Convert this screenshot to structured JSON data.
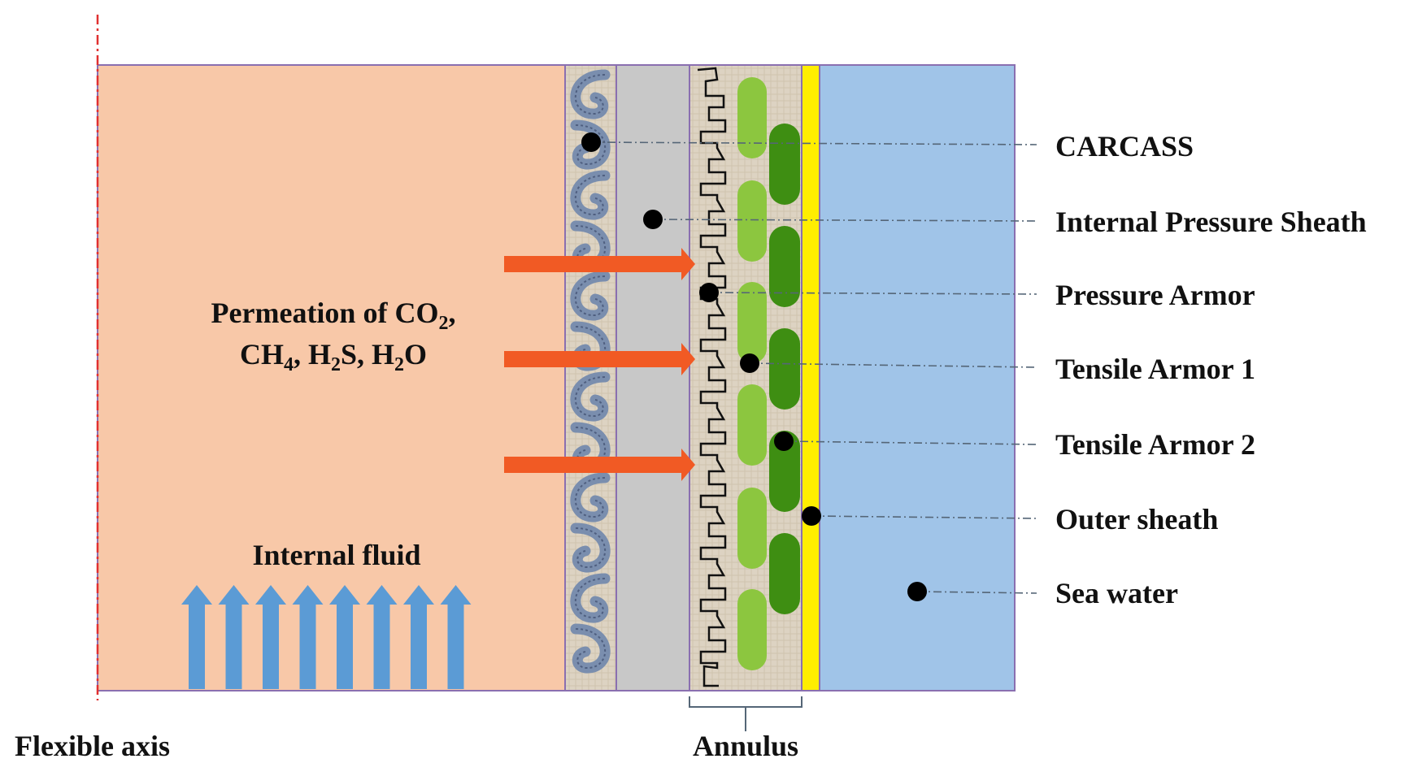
{
  "labels": {
    "carcass": "CARCASS",
    "internal_pressure_sheath": "Internal Pressure Sheath",
    "pressure_armor": "Pressure Armor",
    "tensile_armor_1": "Tensile Armor 1",
    "tensile_armor_2": "Tensile Armor 2",
    "outer_sheath": "Outer sheath",
    "sea_water": "Sea water",
    "flexible_axis": "Flexible axis",
    "annulus": "Annulus",
    "internal_fluid": "Internal fluid"
  },
  "permeation": {
    "line1_prefix": "Permeation of CO",
    "line1_sub": "2",
    "line1_suffix": ",",
    "line2": [
      {
        "t": "CH"
      },
      {
        "s": "4"
      },
      {
        "t": ", H"
      },
      {
        "s": "2"
      },
      {
        "t": "S, H"
      },
      {
        "s": "2"
      },
      {
        "t": "O"
      }
    ]
  },
  "colors": {
    "internal_fluid": "#f8c8a8",
    "carcass_bg": "#ddd3c2",
    "carcass_links": "#7a8eae",
    "pressure_sheath": "#c8c8c8",
    "annulus_bg": "#ddd3c2",
    "tensile_armor_1": "#8cc63f",
    "tensile_armor_2": "#3e8e12",
    "outer_sheath": "#ffee00",
    "sea_water": "#a0c4e8",
    "permeation_arrows": "#f15a24",
    "flow_arrows": "#5b9bd5",
    "axis_line": "#e03030",
    "border": "#8a6fb0"
  }
}
